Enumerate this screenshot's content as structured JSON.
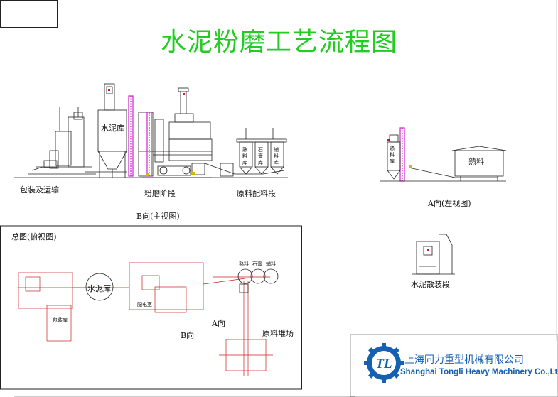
{
  "title": "水泥粉磨工艺流程图",
  "front_view": {
    "cement_silo": "水泥库",
    "packing": "包装及运输",
    "grinding": "粉磨阶段",
    "batching": "原料配料段",
    "view_caption": "B向(主视图)",
    "bin_clinker": "熟料库",
    "bin_gypsum": "石膏库",
    "bin_additive": "辅料库"
  },
  "left_view": {
    "clinker": "熟料",
    "clinker_silo": "熟料库",
    "view_caption": "A向(左视图)"
  },
  "bulk_section": {
    "caption": "水泥散装段"
  },
  "plan_view": {
    "caption": "总图(俯视图)",
    "cement_silo": "水泥库",
    "packing_house": "包装库",
    "distribution_room": "配电室",
    "bin_clinker": "熟料",
    "bin_gypsum": "石膏",
    "bin_additive": "辅料",
    "dir_b": "B向",
    "dir_a": "A向",
    "stockyard": "原料堆场"
  },
  "company": {
    "name_cn": "上海同力重型机械有限公司",
    "name_en": "Shanghai Tongli Heavy Machinery Co.,Ltd",
    "logo_letters": "TL"
  },
  "colors": {
    "title": "#22cc22",
    "elevator": "#d020d0",
    "brand": "#1560b0",
    "plan_lines": "#cc2020"
  }
}
